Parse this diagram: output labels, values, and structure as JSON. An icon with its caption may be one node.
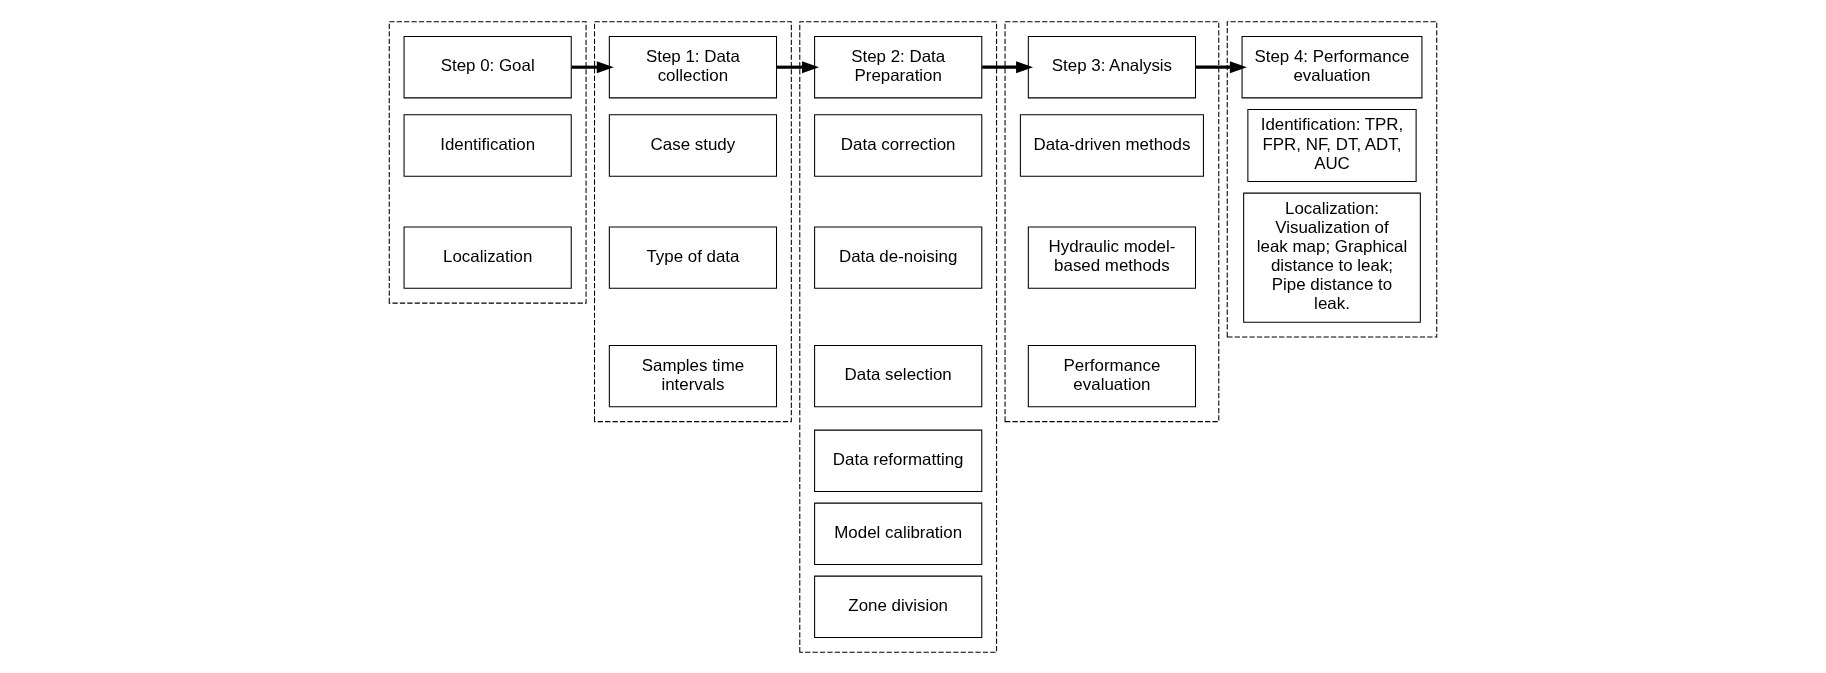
{
  "diagram": {
    "nodes": [
      {
        "text": [],
        "shape": "box"
      },
      {
        "text": [
          "Step 0: Goal"
        ],
        "in": 0
      },
      {
        "text": [
          "Identification"
        ],
        "in": 0
      },
      {
        "text": [
          "Localization"
        ],
        "in": 0
      },
      {
        "text": [],
        "shape": "box"
      },
      {
        "text": [
          "Step 1: Data collection"
        ],
        "in": 4
      },
      {
        "text": [
          "Case study"
        ],
        "in": 4
      },
      {
        "text": [
          "Type of data"
        ],
        "in": 4
      },
      {
        "text": [
          "Samples time intervals"
        ],
        "in": 4
      },
      {
        "text": [],
        "shape": "box"
      },
      {
        "text": [
          "Step 2: Data Preparation"
        ],
        "in": 9
      },
      {
        "text": [
          "Data correction"
        ],
        "in": 9
      },
      {
        "text": [
          "Data de-noising"
        ],
        "in": 9
      },
      {
        "text": [
          "Data selection"
        ],
        "in": 9
      },
      {
        "text": [
          "Data reformatting"
        ],
        "in": 9
      },
      {
        "text": [
          "Model calibration"
        ],
        "in": 9
      },
      {
        "text": [
          "Zone division"
        ],
        "in": 9
      },
      {
        "text": [],
        "shape": "box"
      },
      {
        "text": [
          "Step 3: Analysis"
        ],
        "in": 17
      },
      {
        "text": [
          "Data-driven methods"
        ],
        "in": 17
      },
      {
        "text": [
          "Hydraulic model-based methods"
        ],
        "in": 17
      },
      {
        "text": [
          "Performance evaluation"
        ],
        "in": 17
      },
      {
        "text": [],
        "shape": "box"
      },
      {
        "text": [
          "Step 4: Performance evaluation"
        ],
        "in": 22
      },
      {
        "text": [
          "Identification: TPR, FPR, NF, DT, ADT, AUC"
        ],
        "in": 22
      },
      {
        "text": [
          "Localization: Visualization of leak map; Graphical distance to leak; Pipe distance to leak."
        ],
        "in": 22
      }
    ],
    "edges": [
      {
        "from": 1,
        "to": 5,
        "arrow": "to"
      },
      {
        "from": 5,
        "to": 10,
        "arrow": "to"
      },
      {
        "from": 10,
        "to": 18,
        "arrow": "to"
      },
      {
        "from": 18,
        "to": 23,
        "arrow": "to"
      }
    ]
  }
}
